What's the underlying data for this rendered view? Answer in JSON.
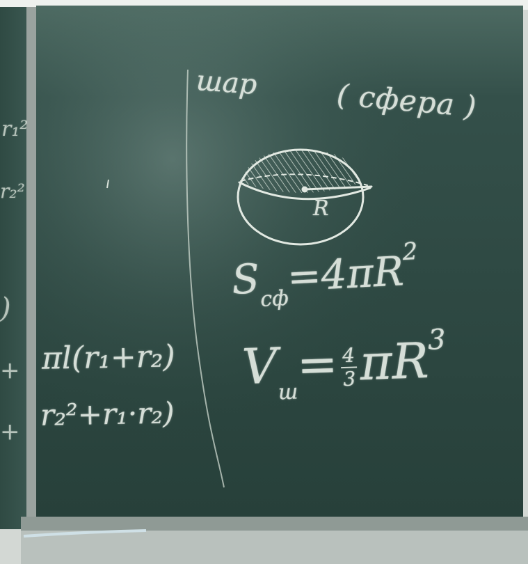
{
  "title_word": "шар",
  "title_paren": "( сфера )",
  "radius_label": "R",
  "surface_formula": {
    "main": "S",
    "sub": "сф",
    "rhs": "=4πR",
    "exp": "2"
  },
  "volume_formula": {
    "main": "V",
    "sub": "ш",
    "eq": "=",
    "num": "4",
    "den": "3",
    "rhs": "πR",
    "exp": "3"
  },
  "left_line_1": "πl(r₁+r₂)",
  "left_line_2": "r₂²+r₁·r₂)",
  "edge_marks": [
    "r₁²",
    "r₂²",
    ")",
    "+",
    "+"
  ],
  "colors": {
    "board": "#2e4a42",
    "chalk": "#e4ebe4",
    "wall": "#d3d8d4"
  }
}
